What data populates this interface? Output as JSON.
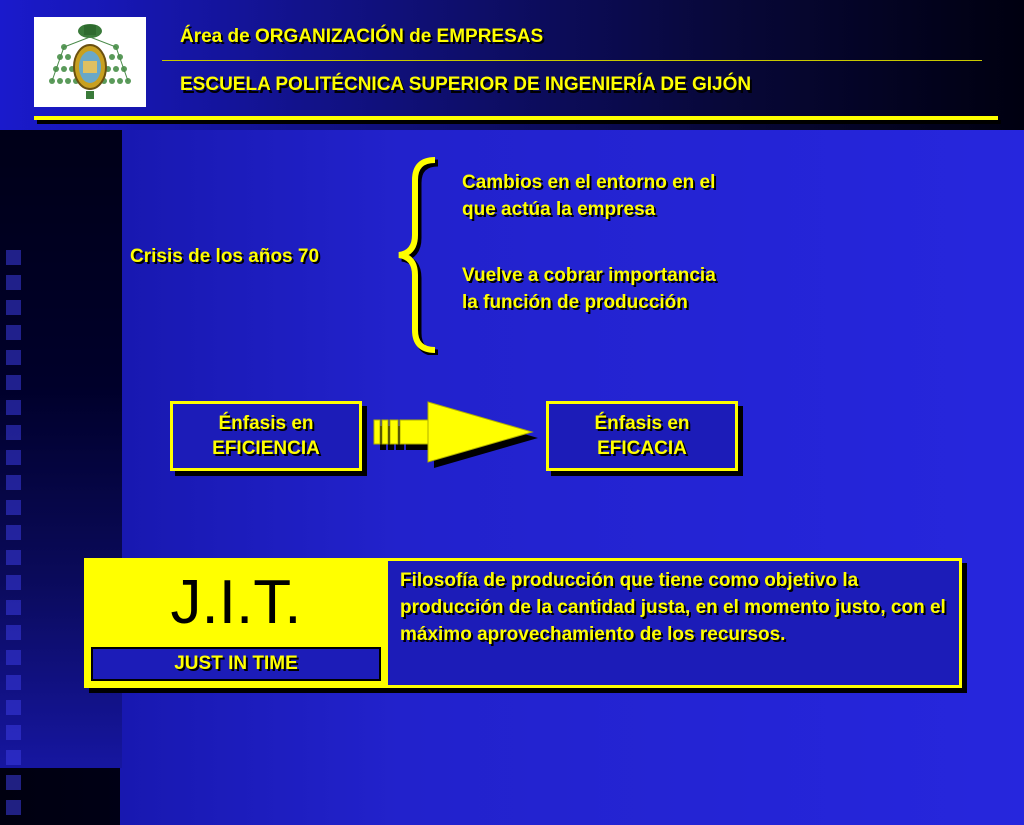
{
  "header": {
    "title": "Área de ORGANIZACIÓN de EMPRESAS",
    "subtitle": "ESCUELA POLITÉCNICA SUPERIOR DE INGENIERÍA DE GIJÓN"
  },
  "crisis": {
    "label": "Crisis de los años 70",
    "items": [
      {
        "line1": "Cambios en el entorno en el",
        "line2": "que actúa la empresa"
      },
      {
        "line1": "Vuelve a cobrar importancia",
        "line2": "la función de producción"
      }
    ]
  },
  "shift": {
    "from_line1": "Énfasis en",
    "from_line2": "EFICIENCIA",
    "to_line1": "Énfasis en",
    "to_line2": "EFICACIA"
  },
  "jit": {
    "acronym": "J.I.T.",
    "expansion": "JUST IN TIME",
    "definition": "Filosofía de producción que tiene como objetivo la producción de la cantidad justa, en el momento justo, con el máximo aprovechamiento de los recursos."
  },
  "colors": {
    "accent": "#ffff00",
    "background": "#2222cc",
    "dark": "#000010"
  }
}
